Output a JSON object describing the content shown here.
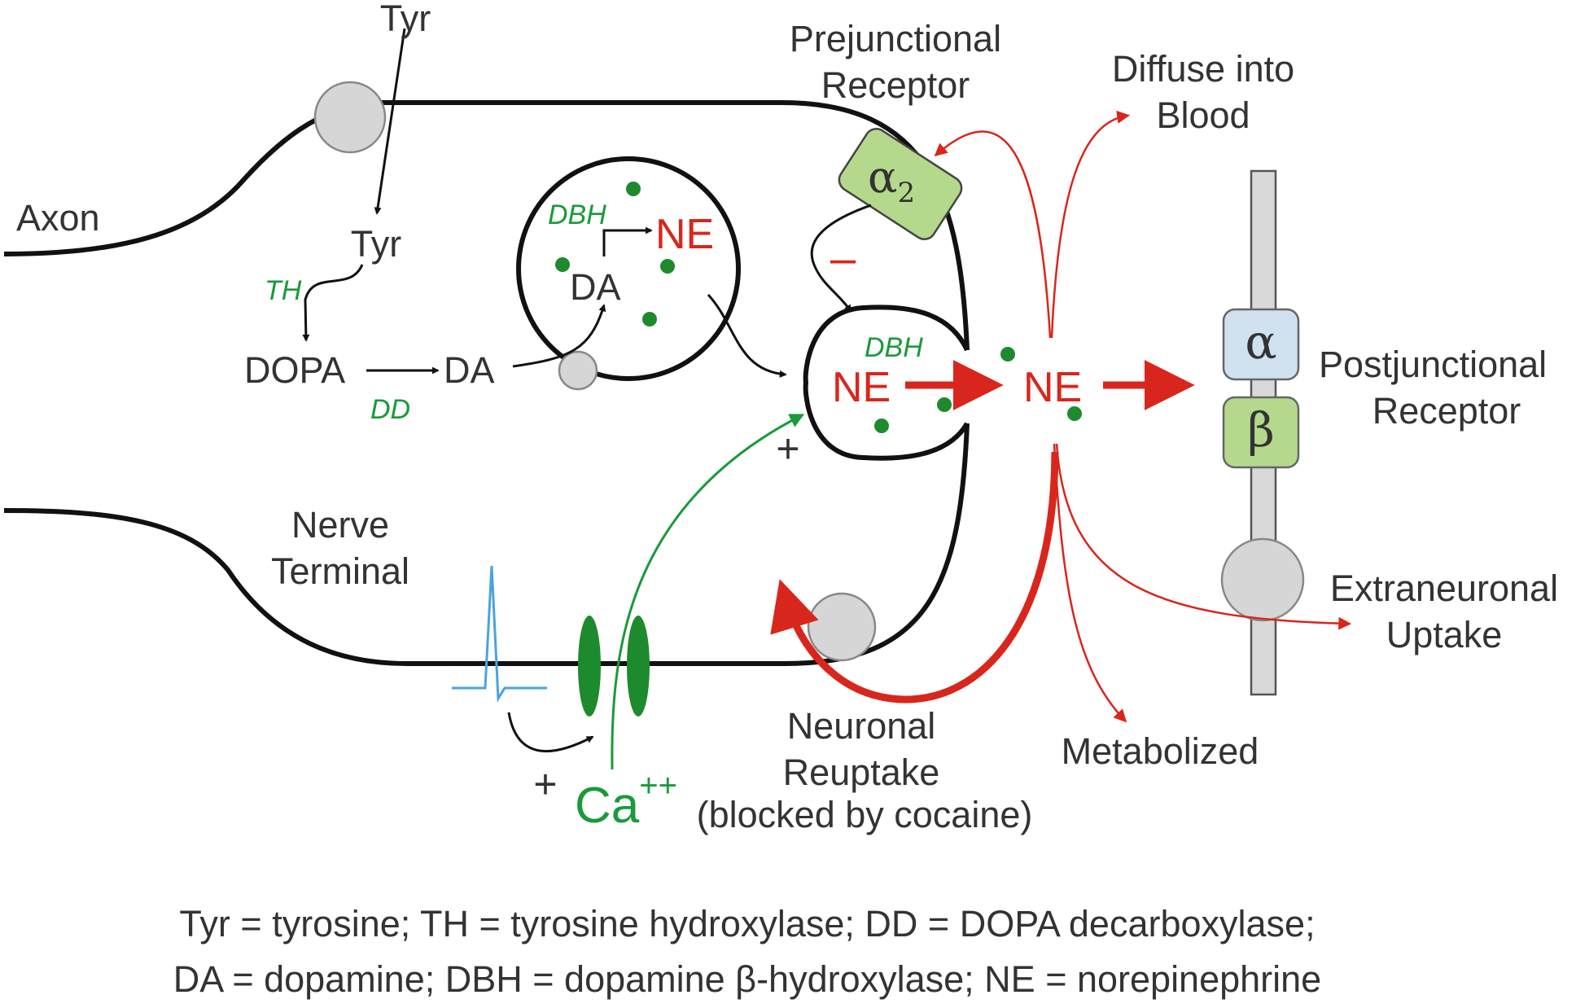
{
  "labels": {
    "tyr_top": "Tyr",
    "tyr_mid": "Tyr",
    "axon": "Axon",
    "th": "TH",
    "dopa": "DOPA",
    "da_left": "DA",
    "dd": "DD",
    "dbh_vesicle": "DBH",
    "ne_vesicle": "NE",
    "da_vesicle": "DA",
    "prejunctional_1": "Prejunctional",
    "prejunctional_2": "Receptor",
    "alpha2_symbol": "α",
    "alpha2_sub": "2",
    "minus": "–",
    "diffuse_1": "Diffuse into",
    "diffuse_2": "Blood",
    "dbh_release": "DBH",
    "ne_release": "NE",
    "ne_cleft": "NE",
    "plus_release": "+",
    "postjunctional_1": "Postjunctional",
    "postjunctional_2": "Receptor",
    "alpha_symbol": "α",
    "beta_symbol": "β",
    "nerve_1": "Nerve",
    "nerve_2": "Terminal",
    "extraneuronal_1": "Extraneuronal",
    "extraneuronal_2": "Uptake",
    "neuronal_1": "Neuronal",
    "neuronal_2": "Reuptake",
    "neuronal_3": "(blocked by cocaine)",
    "metabolized": "Metabolized",
    "plus_ca": "+",
    "ca": "Ca",
    "ca_sup": "++"
  },
  "legend": {
    "line1": "Tyr = tyrosine; TH = tyrosine hydroxylase; DD = DOPA decarboxylase;",
    "line2": "DA = dopamine; DBH = dopamine β-hydroxylase; NE = norepinephrine"
  },
  "colors": {
    "membrane": "#111111",
    "text": "#333333",
    "ne_red": "#d9261c",
    "green_text": "#1a9a3a",
    "granule": "#1e8a2e",
    "receptor_green": "#b5d98c",
    "receptor_blue": "#cfe0ee",
    "transporter_grey": "#d6d6d6",
    "action_potential": "#4aa3df"
  }
}
